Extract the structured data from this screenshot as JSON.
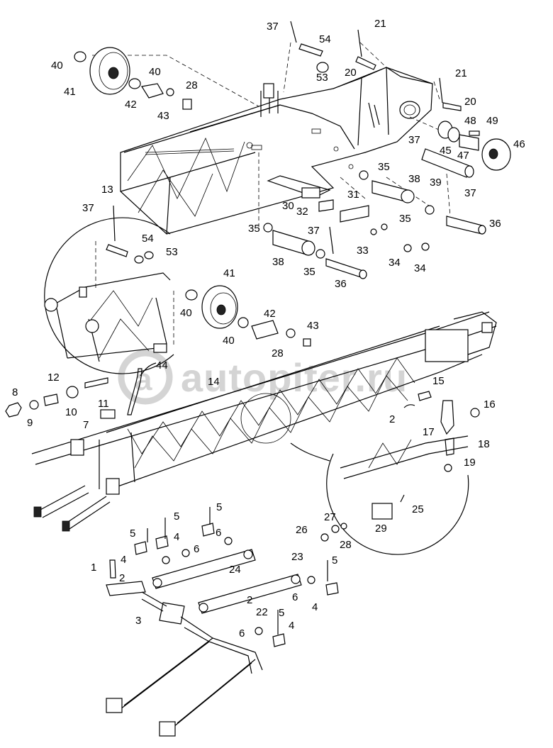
{
  "watermark": "autopiter.ru",
  "callouts": [
    {
      "text": "37"
    },
    {
      "text": "54"
    },
    {
      "text": "21"
    },
    {
      "text": "40"
    },
    {
      "text": "40"
    },
    {
      "text": "53"
    },
    {
      "text": "20"
    },
    {
      "text": "21"
    },
    {
      "text": "41"
    },
    {
      "text": "28"
    },
    {
      "text": "42"
    },
    {
      "text": "43"
    },
    {
      "text": "20"
    },
    {
      "text": "48"
    },
    {
      "text": "49"
    },
    {
      "text": "37"
    },
    {
      "text": "45"
    },
    {
      "text": "47"
    },
    {
      "text": "46"
    },
    {
      "text": "35"
    },
    {
      "text": "38"
    },
    {
      "text": "39"
    },
    {
      "text": "37"
    },
    {
      "text": "13"
    },
    {
      "text": "31"
    },
    {
      "text": "30"
    },
    {
      "text": "32"
    },
    {
      "text": "35"
    },
    {
      "text": "36"
    },
    {
      "text": "37"
    },
    {
      "text": "54"
    },
    {
      "text": "53"
    },
    {
      "text": "37"
    },
    {
      "text": "35"
    },
    {
      "text": "33"
    },
    {
      "text": "38"
    },
    {
      "text": "35"
    },
    {
      "text": "34"
    },
    {
      "text": "34"
    },
    {
      "text": "36"
    },
    {
      "text": "41"
    },
    {
      "text": "42"
    },
    {
      "text": "40"
    },
    {
      "text": "43"
    },
    {
      "text": "40"
    },
    {
      "text": "28"
    },
    {
      "text": "44"
    },
    {
      "text": "12"
    },
    {
      "text": "14"
    },
    {
      "text": "15"
    },
    {
      "text": "8"
    },
    {
      "text": "11"
    },
    {
      "text": "10"
    },
    {
      "text": "9"
    },
    {
      "text": "2"
    },
    {
      "text": "16"
    },
    {
      "text": "7"
    },
    {
      "text": "17"
    },
    {
      "text": "18"
    },
    {
      "text": "19"
    },
    {
      "text": "25"
    },
    {
      "text": "27"
    },
    {
      "text": "29"
    },
    {
      "text": "26"
    },
    {
      "text": "28"
    },
    {
      "text": "5"
    },
    {
      "text": "5"
    },
    {
      "text": "5"
    },
    {
      "text": "4"
    },
    {
      "text": "6"
    },
    {
      "text": "6"
    },
    {
      "text": "4"
    },
    {
      "text": "23"
    },
    {
      "text": "1"
    },
    {
      "text": "2"
    },
    {
      "text": "5"
    },
    {
      "text": "24"
    },
    {
      "text": "6"
    },
    {
      "text": "4"
    },
    {
      "text": "2"
    },
    {
      "text": "22"
    },
    {
      "text": "5"
    },
    {
      "text": "3"
    },
    {
      "text": "4"
    },
    {
      "text": "6"
    }
  ]
}
